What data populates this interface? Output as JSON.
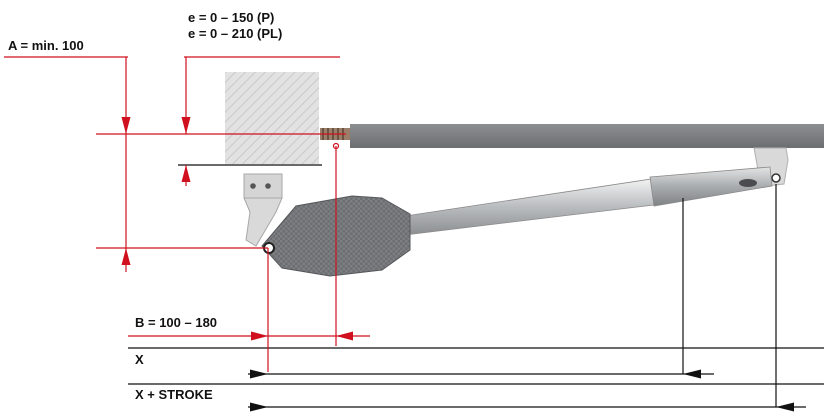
{
  "labels": {
    "a": "A = min. 100",
    "e_p": "e = 0 – 150 (P)",
    "e_pl": "e = 0 – 210 (PL)",
    "b": "B = 100 – 180",
    "x": "X",
    "x_stroke": "X + STROKE"
  },
  "colors": {
    "dimension": "#d0101f",
    "line": "#111111",
    "gate": "#7d7f82",
    "pillar": "#dddddd",
    "motor": "#6e7073"
  }
}
